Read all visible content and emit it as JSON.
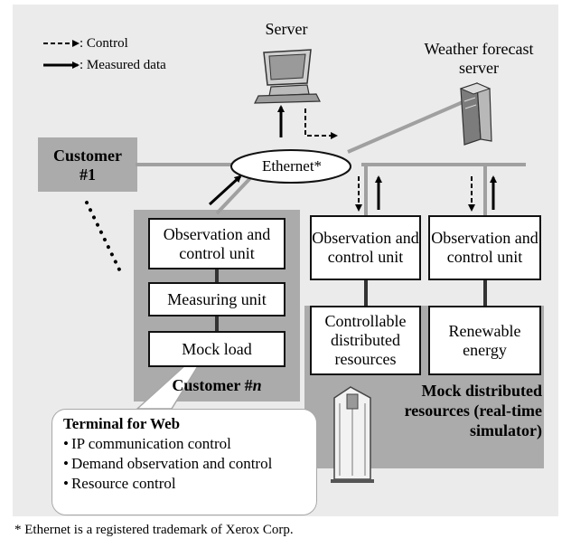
{
  "legend": {
    "control_label": ": Control",
    "measured_label": ": Measured data"
  },
  "server_label": "Server",
  "weather_server_label": "Weather forecast server",
  "ethernet_label": "Ethernet*",
  "customer1_label": "Customer #1",
  "customer_n": {
    "prefix": "Customer #",
    "suffix": "n"
  },
  "customer_n_units": {
    "observation": "Observation and control unit",
    "measuring": "Measuring unit",
    "mock_load": "Mock load"
  },
  "distributed": {
    "obs_unit_1": "Observation and control unit",
    "obs_unit_2": "Observation and control unit",
    "controllable": "Controllable distributed resources",
    "renewable": "Renewable energy",
    "simulator_label": "Mock distributed resources (real-time simulator)"
  },
  "terminal": {
    "title": "Terminal for Web",
    "items": [
      "IP communication control",
      "Demand observation and control",
      "Resource control"
    ]
  },
  "footnote": "* Ethernet is a registered trademark of Xerox Corp.",
  "colors": {
    "frame_bg": "#ebebeb",
    "group_gray": "#ababab",
    "wire_gray": "#a0a0a0"
  },
  "icons": [
    "computer-icon",
    "server-tower-icon",
    "simulator-rack-icon"
  ]
}
